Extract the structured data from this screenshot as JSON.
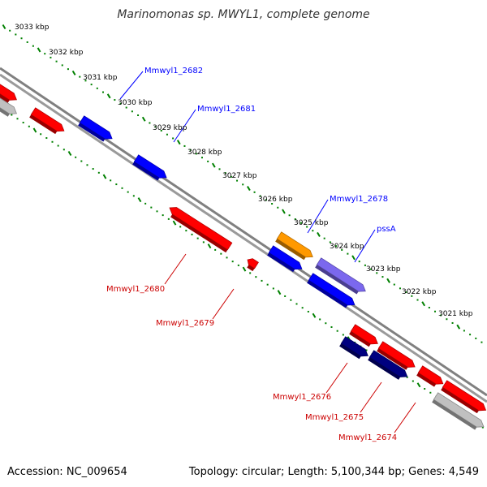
{
  "title": "Marinomonas sp. MWYL1, complete genome",
  "footer": {
    "accession": "Accession: NC_009654",
    "summary": "Topology: circular; Length: 5,100,344 bp; Genes: 4,549"
  },
  "colors": {
    "backbone": "#808080",
    "ruler_dots": "#008000",
    "forward_label": "#0000ff",
    "reverse_label": "#cc0000",
    "red_gene": "#ff0000",
    "blue_gene": "#0000ff",
    "navy_gene": "#000080",
    "orange_gene": "#ff9900",
    "purple_gene": "#7b68ee",
    "gray_gene": "#c0c0c0"
  },
  "ruler_ticks": [
    "3033 kbp",
    "3032 kbp",
    "3031 kbp",
    "3030 kbp",
    "3029 kbp",
    "3028 kbp",
    "3027 kbp",
    "3026 kbp",
    "3025 kbp",
    "3024 kbp",
    "3023 kbp",
    "3022 kbp",
    "3021 kbp"
  ],
  "gene_labels": {
    "forward": [
      "Mmwyl1_2682",
      "Mmwyl1_2681",
      "Mmwyl1_2678",
      "pssA"
    ],
    "reverse": [
      "Mmwyl1_2680",
      "Mmwyl1_2679",
      "Mmwyl1_2676",
      "Mmwyl1_2675",
      "Mmwyl1_2674"
    ]
  }
}
